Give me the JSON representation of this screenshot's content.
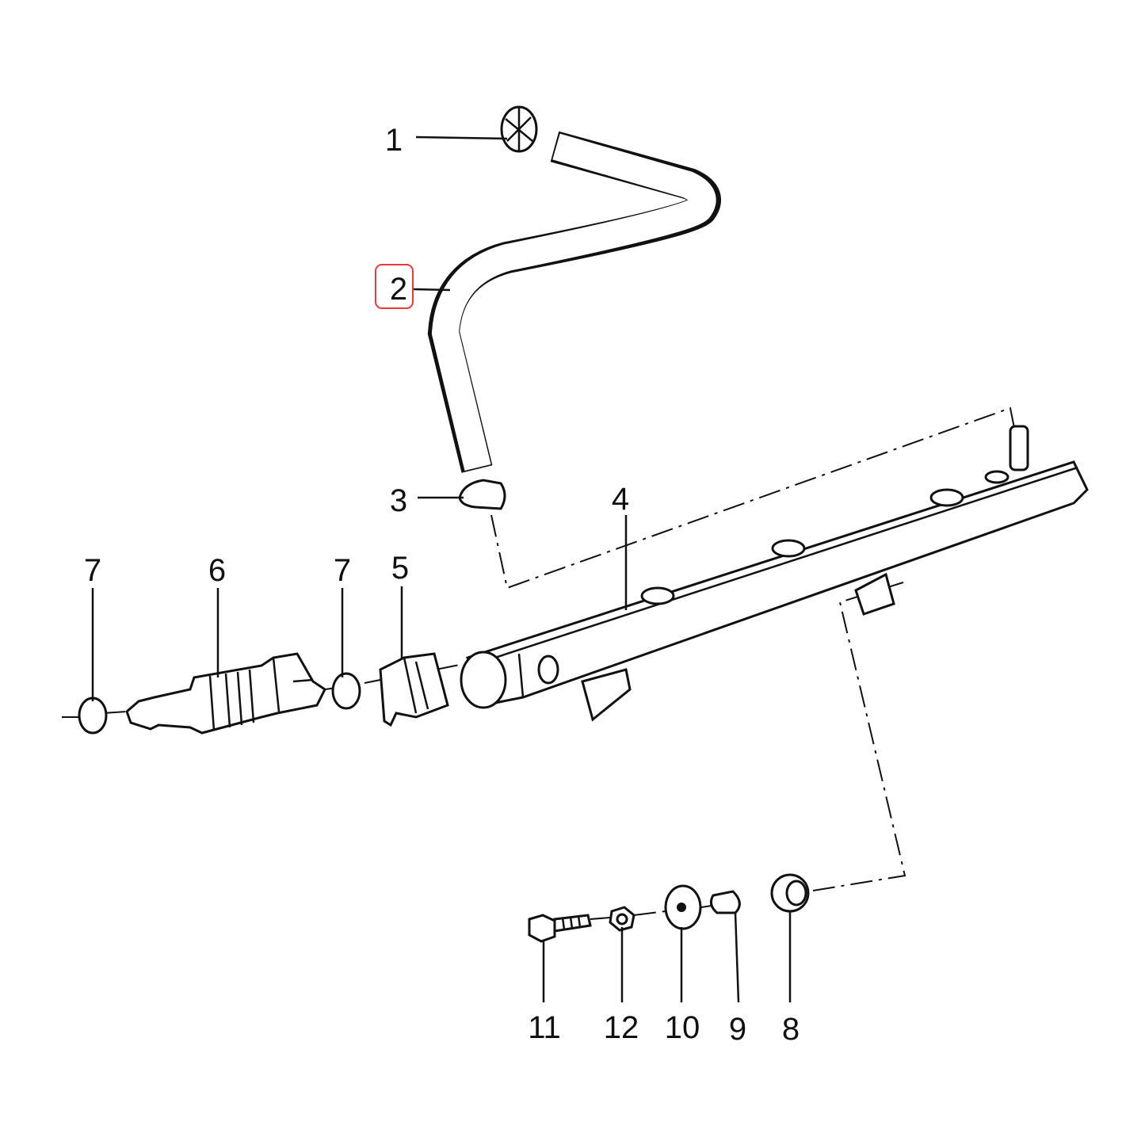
{
  "diagram": {
    "title": "Fuel rail and injector assembly",
    "highlight_color": "#e83a3a",
    "highlighted_callout": "2",
    "callouts": [
      {
        "id": "1",
        "part": "hose-clamp-top"
      },
      {
        "id": "2",
        "part": "fuel-hose"
      },
      {
        "id": "3",
        "part": "hose-clamp-bottom"
      },
      {
        "id": "4",
        "part": "fuel-rail"
      },
      {
        "id": "5",
        "part": "injector-clip"
      },
      {
        "id": "6",
        "part": "fuel-injector"
      },
      {
        "id": "7",
        "part": "o-ring-lower"
      },
      {
        "id": "7",
        "part": "o-ring-upper"
      },
      {
        "id": "8",
        "part": "grommet"
      },
      {
        "id": "9",
        "part": "spacer-sleeve"
      },
      {
        "id": "10",
        "part": "washer"
      },
      {
        "id": "11",
        "part": "bolt"
      },
      {
        "id": "12",
        "part": "nut"
      }
    ]
  }
}
